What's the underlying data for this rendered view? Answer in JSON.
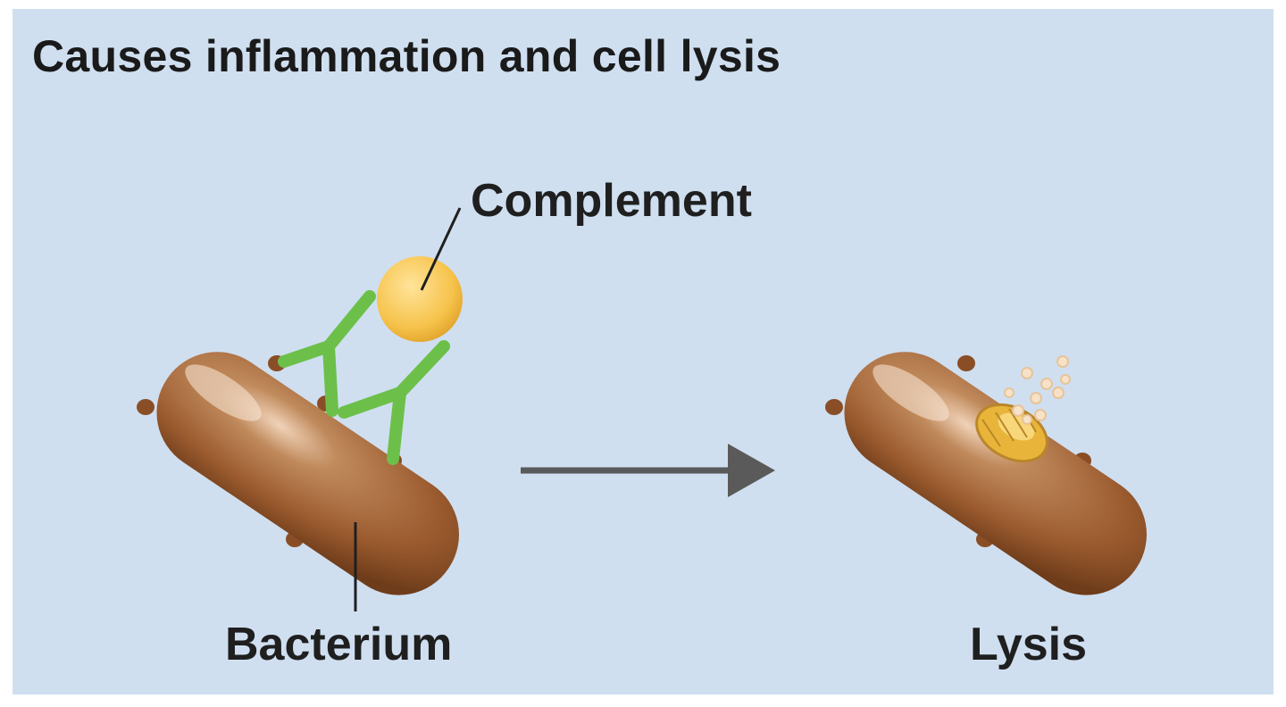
{
  "title": "Causes inflammation and cell lysis",
  "labels": {
    "complement": "Complement",
    "bacterium": "Bacterium",
    "lysis": "Lysis"
  },
  "colors": {
    "panel_background": "#cfdff0",
    "bacterium": "#9a5a2e",
    "antibody": "#6cc04a",
    "complement": "#f6c24a",
    "arrow": "#5a5a5a"
  }
}
